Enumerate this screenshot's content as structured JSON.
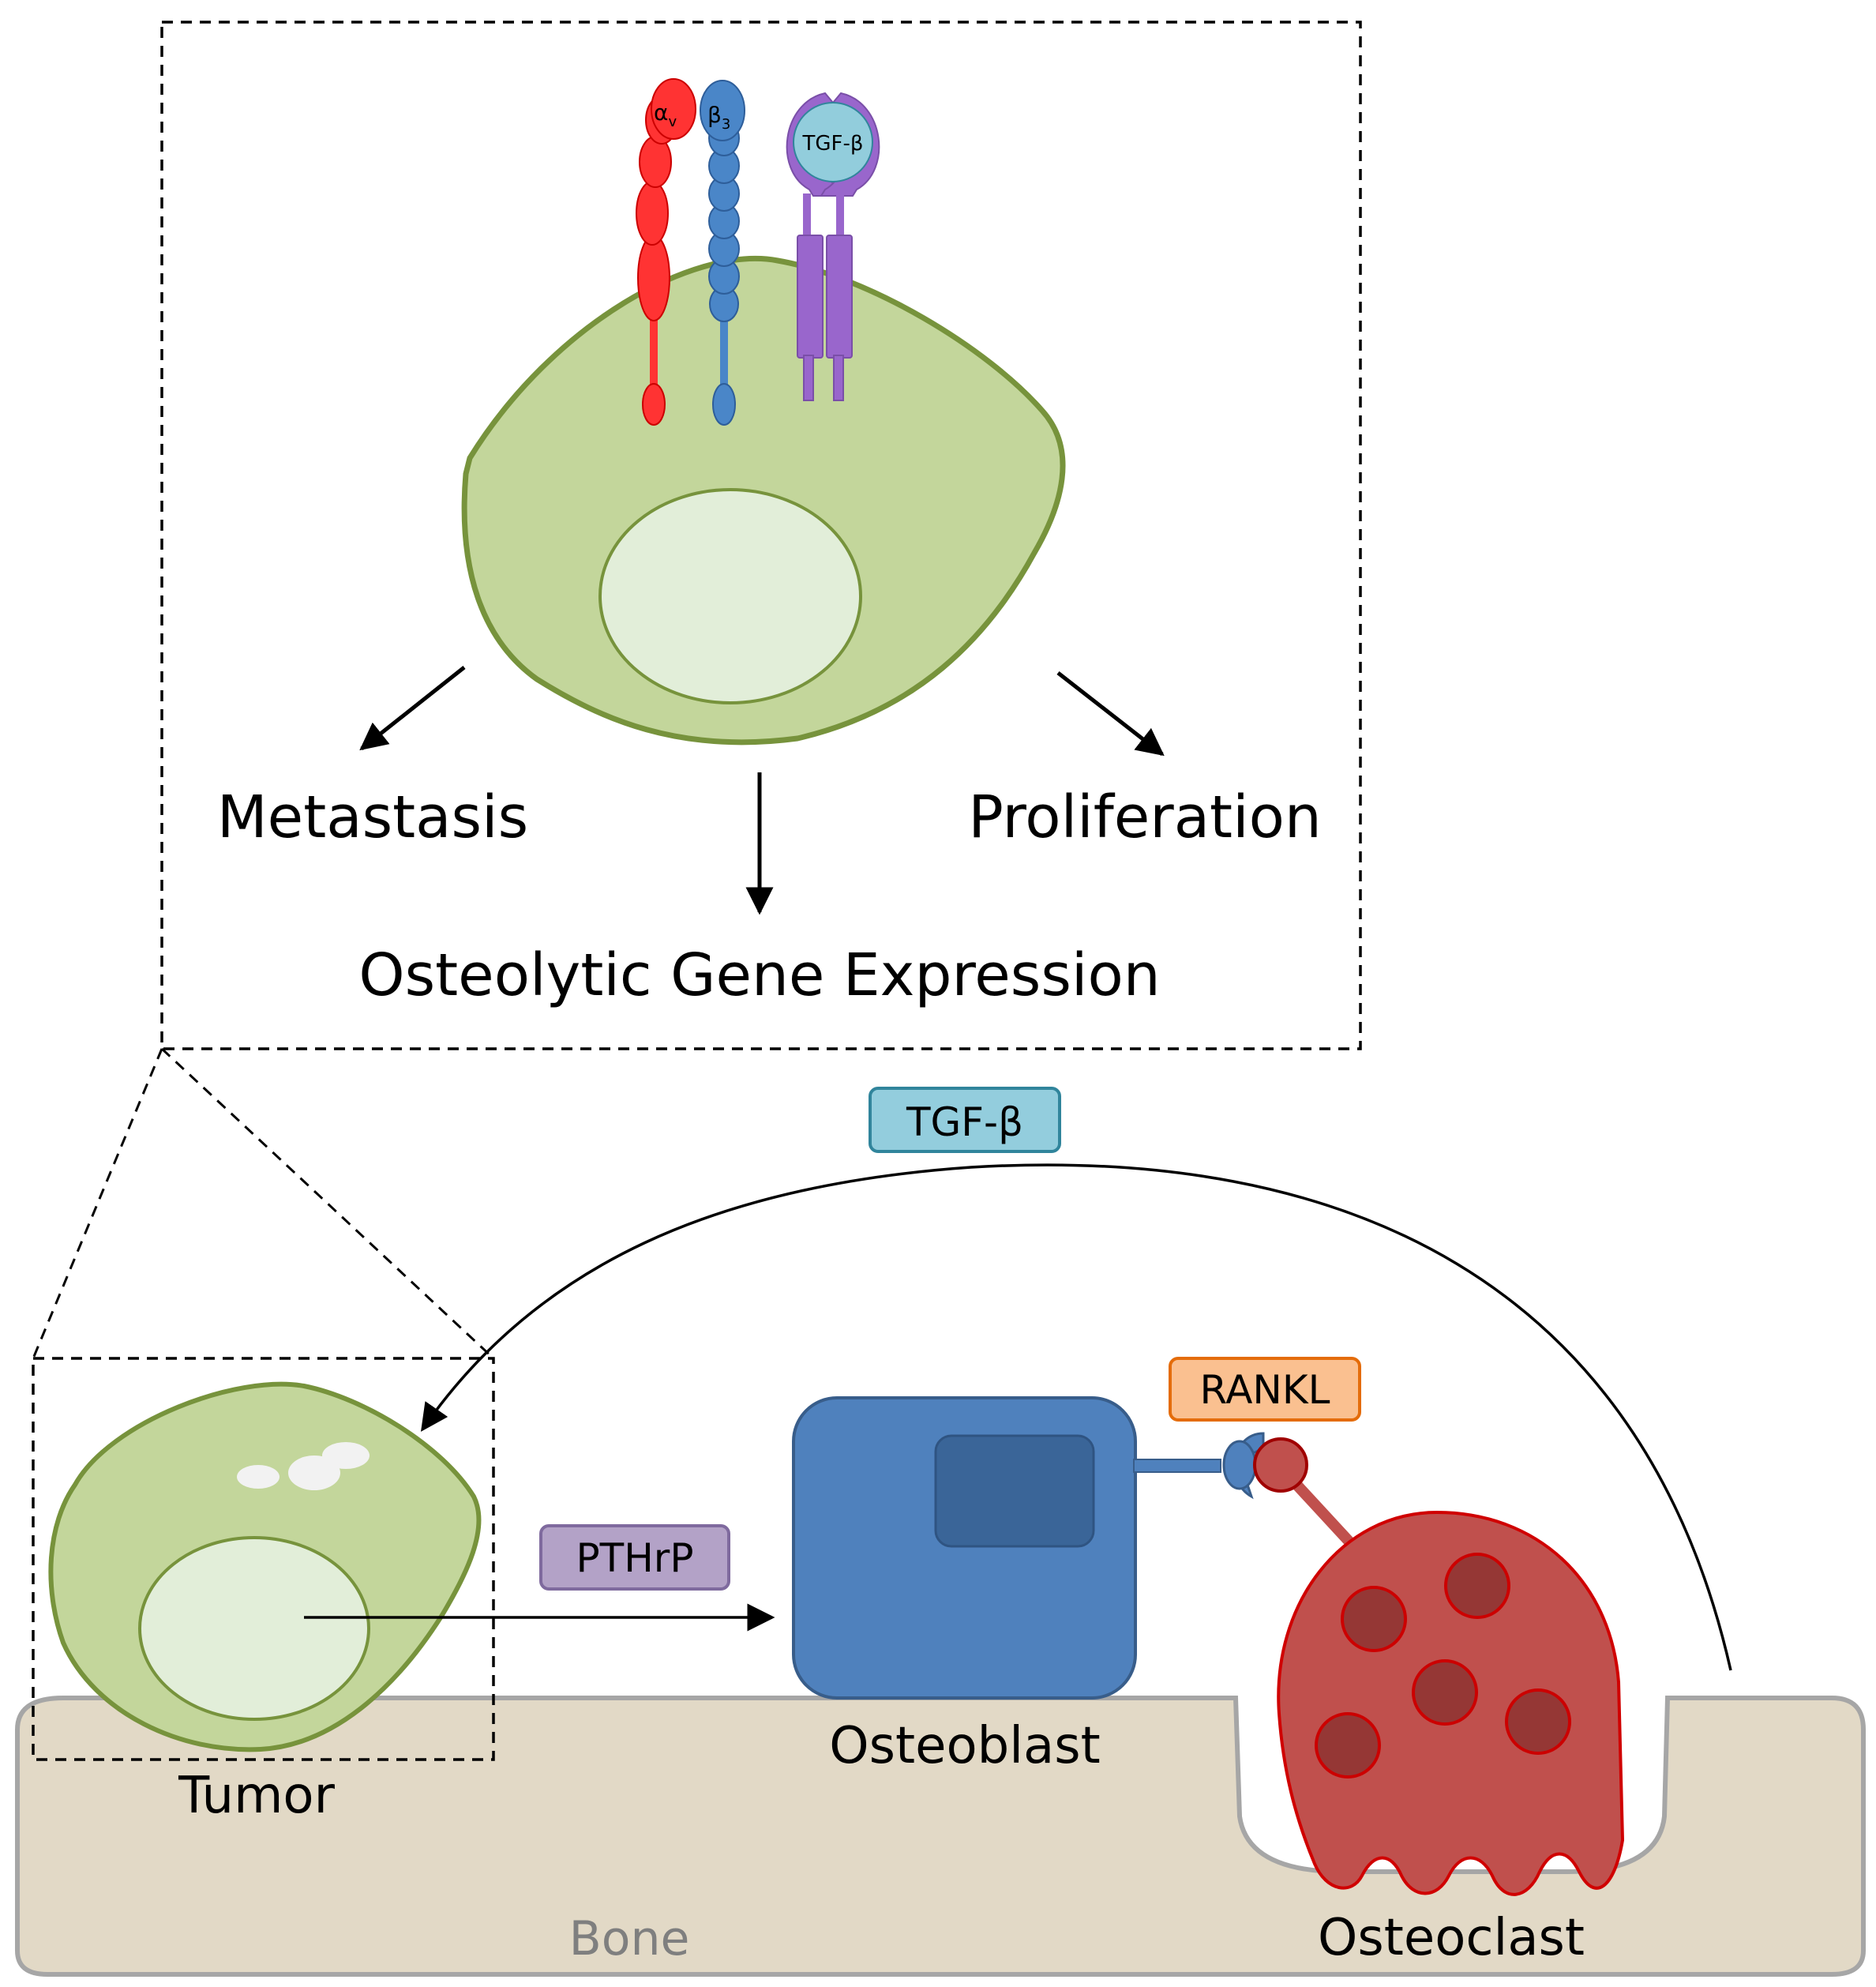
{
  "colors": {
    "tumor_fill": "#c3d69b",
    "tumor_stroke": "#77933c",
    "nucleus_fill": "#e2eed9",
    "integrin_alpha": "#ff3333",
    "integrin_beta": "#4a86c8",
    "receptor_purple": "#9966cc",
    "tgfb_ligand": "#92cddc",
    "osteoblast": "#4f81bd",
    "osteoblast_inner": "#3a6598",
    "osteoclast": "#c0504d",
    "osteoclast_nuclei": "#953735",
    "bone_fill": "#e2d9c6",
    "bone_stroke": "#a6a6a6",
    "rankl_fill": "#fac090",
    "rankl_stroke": "#e46c0a",
    "pthrp_fill": "#b3a2c7",
    "pthrp_stroke": "#7f6a9e",
    "tgfb_box_fill": "#93cddd",
    "tgfb_box_stroke": "#31859c"
  },
  "zoom_panel": {
    "alpha_label": "α",
    "alpha_sub": "v",
    "beta_label": "β",
    "beta_sub": "3",
    "receptor_ligand_label": "TGF-β",
    "outcomes": {
      "left": "Metastasis",
      "right": "Proliferation",
      "bottom": "Osteolytic Gene Expression"
    }
  },
  "bone_scene": {
    "tumor_label": "Tumor",
    "osteoblast_label": "Osteoblast",
    "osteoclast_label": "Osteoclast",
    "bone_label": "Bone",
    "signals": {
      "tgfb": "TGF-β",
      "pthrp": "PTHrP",
      "rankl": "RANKL"
    }
  }
}
